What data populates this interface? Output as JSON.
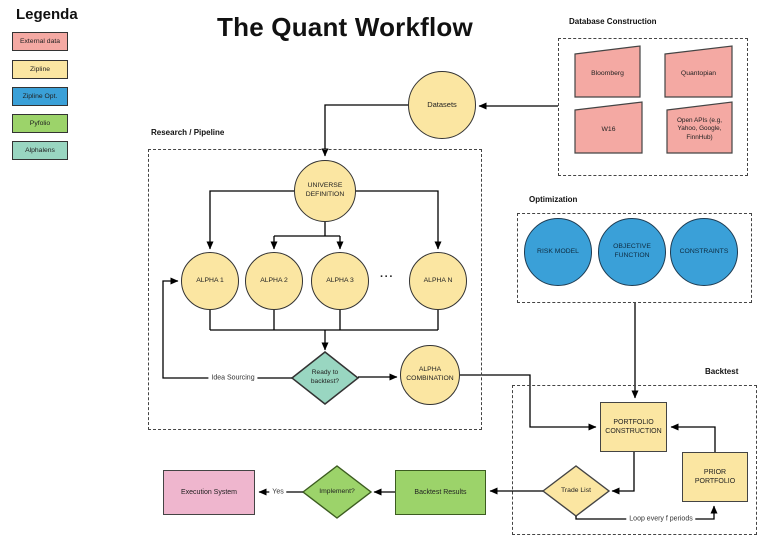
{
  "title": "The Quant Workflow",
  "legend": {
    "title": "Legenda",
    "items": [
      {
        "label": "External data",
        "color": "#f4a9a3"
      },
      {
        "label": "Zipline",
        "color": "#fbe6a2"
      },
      {
        "label": "Zipline Opt.",
        "color": "#3aa0d8"
      },
      {
        "label": "Pyfolio",
        "color": "#9cd36a"
      },
      {
        "label": "Alphalens",
        "color": "#99d6c1"
      }
    ]
  },
  "colors": {
    "external_data": "#f4a9a3",
    "zipline_yellow": "#fbe6a2",
    "zipline_opt_blue": "#3aa0d8",
    "pyfolio_green": "#9cd36a",
    "alphalens_teal": "#99d6c1",
    "execution_pink": "#efb6ce"
  },
  "groups": {
    "database_construction": "Database Construction",
    "research_pipeline": "Research / Pipeline",
    "optimization": "Optimization",
    "backtest": "Backtest"
  },
  "database_sources": [
    "Bloomberg",
    "Quantopian",
    "W16",
    "Open APIs (e.g, Yahoo, Google, FinnHub)"
  ],
  "nodes": {
    "datasets": "Datasets",
    "universe_definition": "UNIVERSE DEFINITION",
    "alpha_1": "ALPHA 1",
    "alpha_2": "ALPHA 2",
    "alpha_3": "ALPHA 3",
    "alpha_dots": "···",
    "alpha_n": "ALPHA N",
    "ready_to_backtest": "Ready to backtest?",
    "alpha_combination": "ALPHA COMBINATION",
    "risk_model": "RISK MODEL",
    "objective_function": "OBJECTIVE FUNCTION",
    "constraints": "CONSTRAINTS",
    "portfolio_construction": "PORTFOLIO CONSTRUCTION",
    "prior_portfolio": "PRIOR PORTFOLIO",
    "trade_list": "Trade List",
    "backtest_results": "Backtest Results",
    "implement": "Implement?",
    "execution_system": "Execution System"
  },
  "edge_labels": {
    "idea_sourcing": "Idea Sourcing",
    "yes": "Yes",
    "loop": "Loop every f periods"
  }
}
